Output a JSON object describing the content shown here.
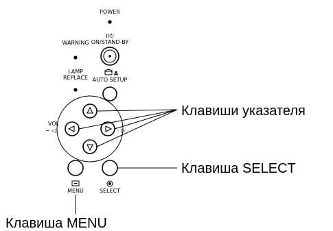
{
  "panel": {
    "power_label": "POWER",
    "warning_label": "WARNING",
    "standby_symbol": "I/⏻",
    "standby_label": "ON/STAND-BY",
    "lamp_label_line1": "LAMP",
    "lamp_label_line2": "REPLACE",
    "auto_symbol": "A",
    "auto_label": "AUTO SETUP",
    "vol_label": "VOL",
    "vol_minus": "− ◁·",
    "vol_plus": "· ▷·",
    "menu_label": "MENU",
    "select_label": "SELECT"
  },
  "callouts": {
    "pointer_keys": "Клавиши указателя",
    "select_key": "Клавиша SELECT",
    "menu_key": "Клавиша MENU"
  },
  "colors": {
    "line": "#000000",
    "background": "#ffffff"
  }
}
